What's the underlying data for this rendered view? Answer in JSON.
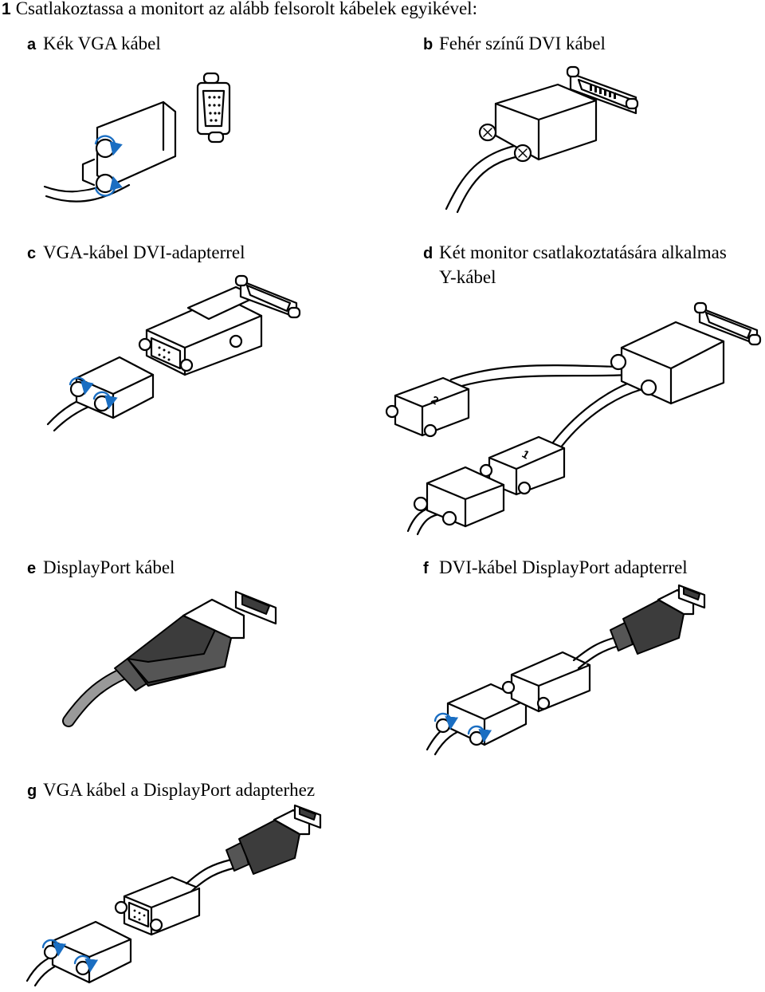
{
  "step": {
    "number": "1",
    "text": "Csatlakoztassa a monitort az alább felsorolt kábelek egyikével:"
  },
  "items": [
    {
      "letter": "a",
      "label": "Kék VGA kábel"
    },
    {
      "letter": "b",
      "label": "Fehér színű DVI kábel"
    },
    {
      "letter": "c",
      "label": "VGA-kábel DVI-adapterrel"
    },
    {
      "letter": "d",
      "label": "Két monitor csatlakoztatására alkalmas",
      "label_cont": "Y-kábel"
    },
    {
      "letter": "e",
      "label": "DisplayPort kábel"
    },
    {
      "letter": "f",
      "label": "DVI-kábel DisplayPort adapterrel"
    },
    {
      "letter": "g",
      "label": "VGA kábel a DisplayPort adapterhez"
    }
  ],
  "y_cable_marks": [
    "2",
    "1"
  ],
  "colors": {
    "arrow": "#1a6ec2",
    "displayport_plug": "#555555",
    "adapter_dark": "#3c3c3c"
  }
}
